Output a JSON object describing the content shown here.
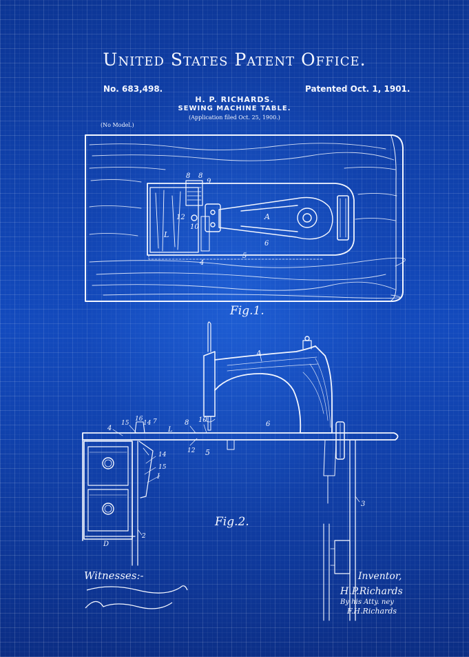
{
  "header": {
    "office_title": "United States Patent Office.",
    "patent_number": "No. 683,498.",
    "patent_date": "Patented Oct. 1, 1901.",
    "inventor": "H. P. RICHARDS.",
    "invention_title": "SEWING MACHINE TABLE.",
    "application": "(Application filed Oct. 25, 1900.)",
    "model_note": "(No Model.)"
  },
  "figures": {
    "fig1_caption": "Fig.1.",
    "fig2_caption": "Fig.2.",
    "fig1_labels": [
      "8",
      "8",
      "9",
      "12",
      "10",
      "A",
      "L",
      "6",
      "5",
      "4"
    ],
    "fig2_labels": [
      "A",
      "4",
      "15",
      "16",
      "14",
      "7",
      "8",
      "10",
      "L",
      "12",
      "5",
      "6",
      "14",
      "15",
      "I",
      "D",
      "2",
      "3"
    ]
  },
  "signatures": {
    "witnesses_label": "Witnesses:-",
    "inventor_label": "Inventor,",
    "inventor_name": "H.P.Richards",
    "attorney_line": "By his Atty. ney",
    "attorney_name": "F.H.Richards"
  },
  "colors": {
    "background": "#0b2f86",
    "ink": "#f4f7ff"
  }
}
